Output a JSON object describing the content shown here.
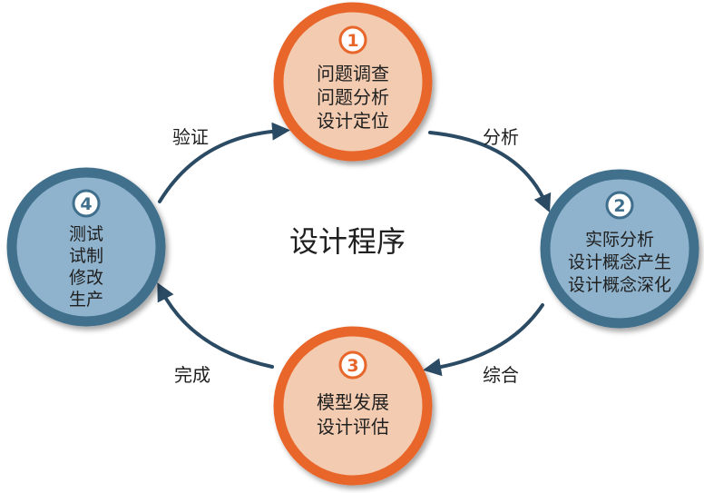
{
  "title": "设计程序",
  "colors": {
    "orange_ring": "#e8662a",
    "orange_fill": "#f2cbb0",
    "blue_ring": "#3f6f8c",
    "blue_fill": "#8fb3cd",
    "arrow": "#2b4a63",
    "badge_fill": "#ffffff"
  },
  "steps": [
    {
      "number": "1",
      "lines": [
        "问题调查",
        "问题分析",
        "设计定位"
      ]
    },
    {
      "number": "2",
      "lines": [
        "实际分析",
        "设计概念产生",
        "设计概念深化"
      ]
    },
    {
      "number": "3",
      "lines": [
        "模型发展",
        "设计评估"
      ]
    },
    {
      "number": "4",
      "lines": [
        "测试",
        "试制",
        "修改",
        "生产"
      ]
    }
  ],
  "arrows": [
    {
      "label": "分析"
    },
    {
      "label": "综合"
    },
    {
      "label": "完成"
    },
    {
      "label": "验证"
    }
  ]
}
